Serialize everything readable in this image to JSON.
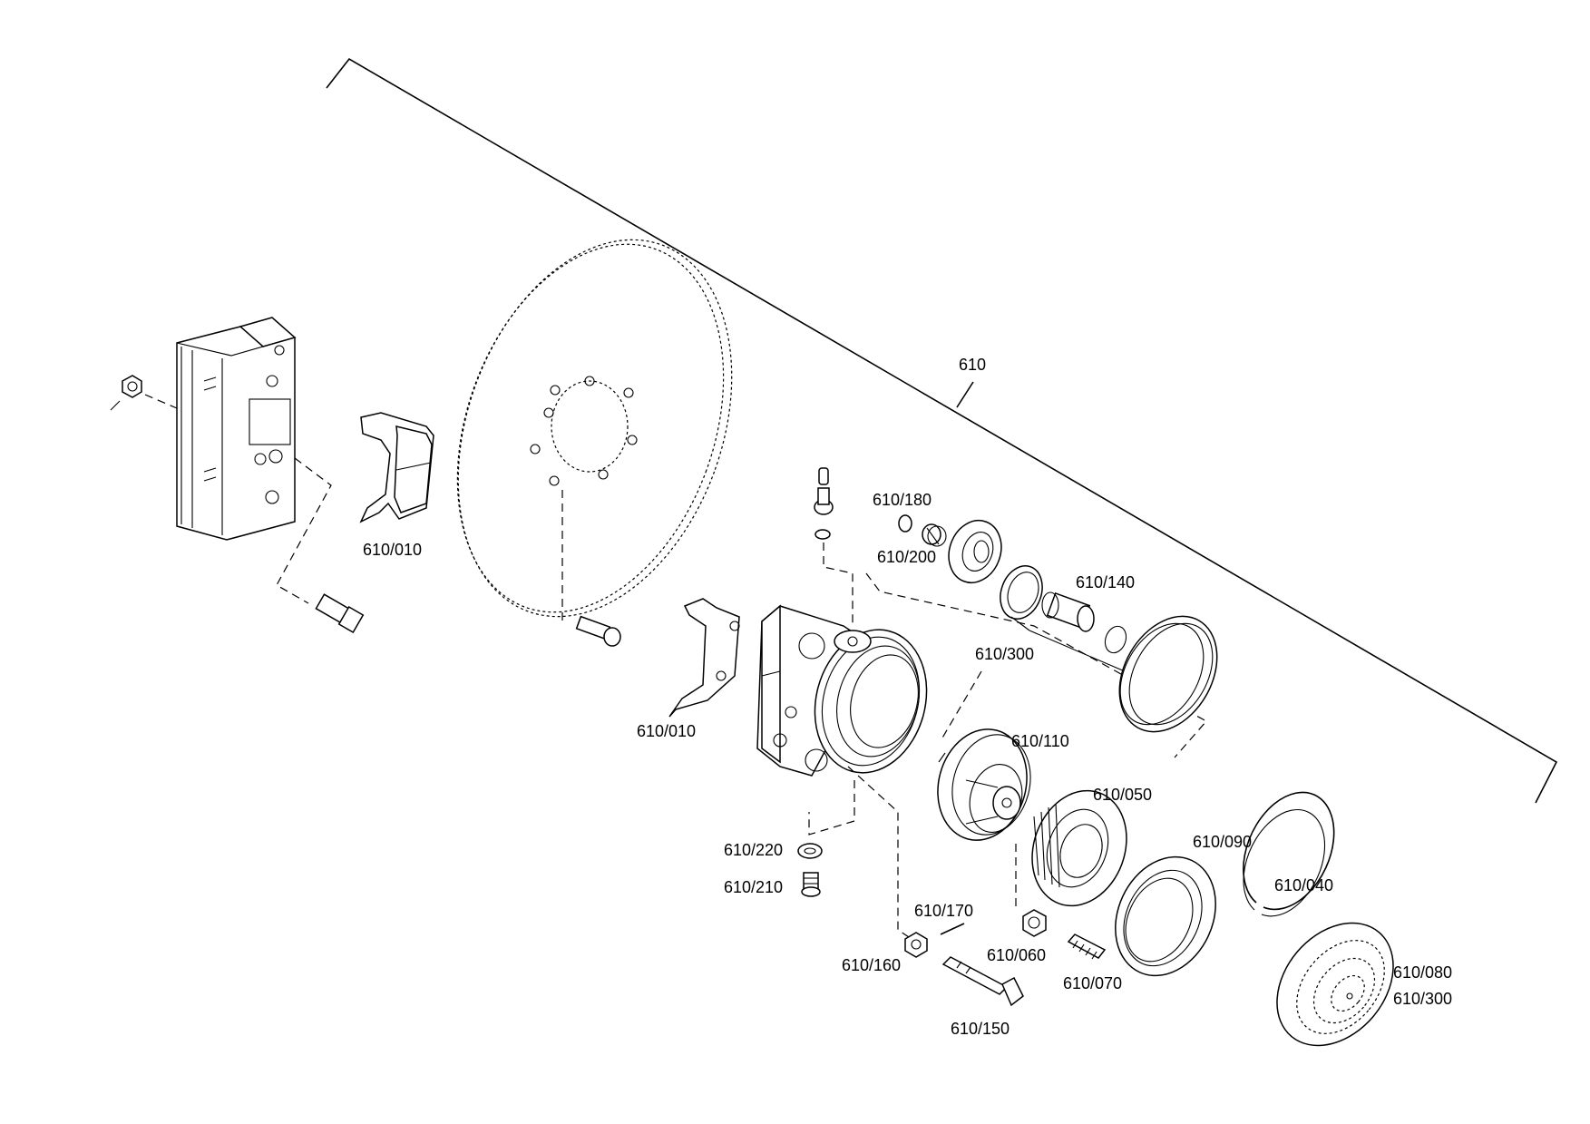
{
  "labels": {
    "assembly": "610",
    "pad_left": "610/010",
    "pad_right": "610/010",
    "l180": "610/180",
    "l200": "610/200",
    "l140": "610/140",
    "l300_top": "610/300",
    "l110": "610/110",
    "l050": "610/050",
    "l090": "610/090",
    "l040": "610/040",
    "l080": "610/080",
    "l300_bottom": "610/300",
    "l220": "610/220",
    "l210": "610/210",
    "l170": "610/170",
    "l160": "610/160",
    "l060": "610/060",
    "l070": "610/070",
    "l150": "610/150"
  }
}
